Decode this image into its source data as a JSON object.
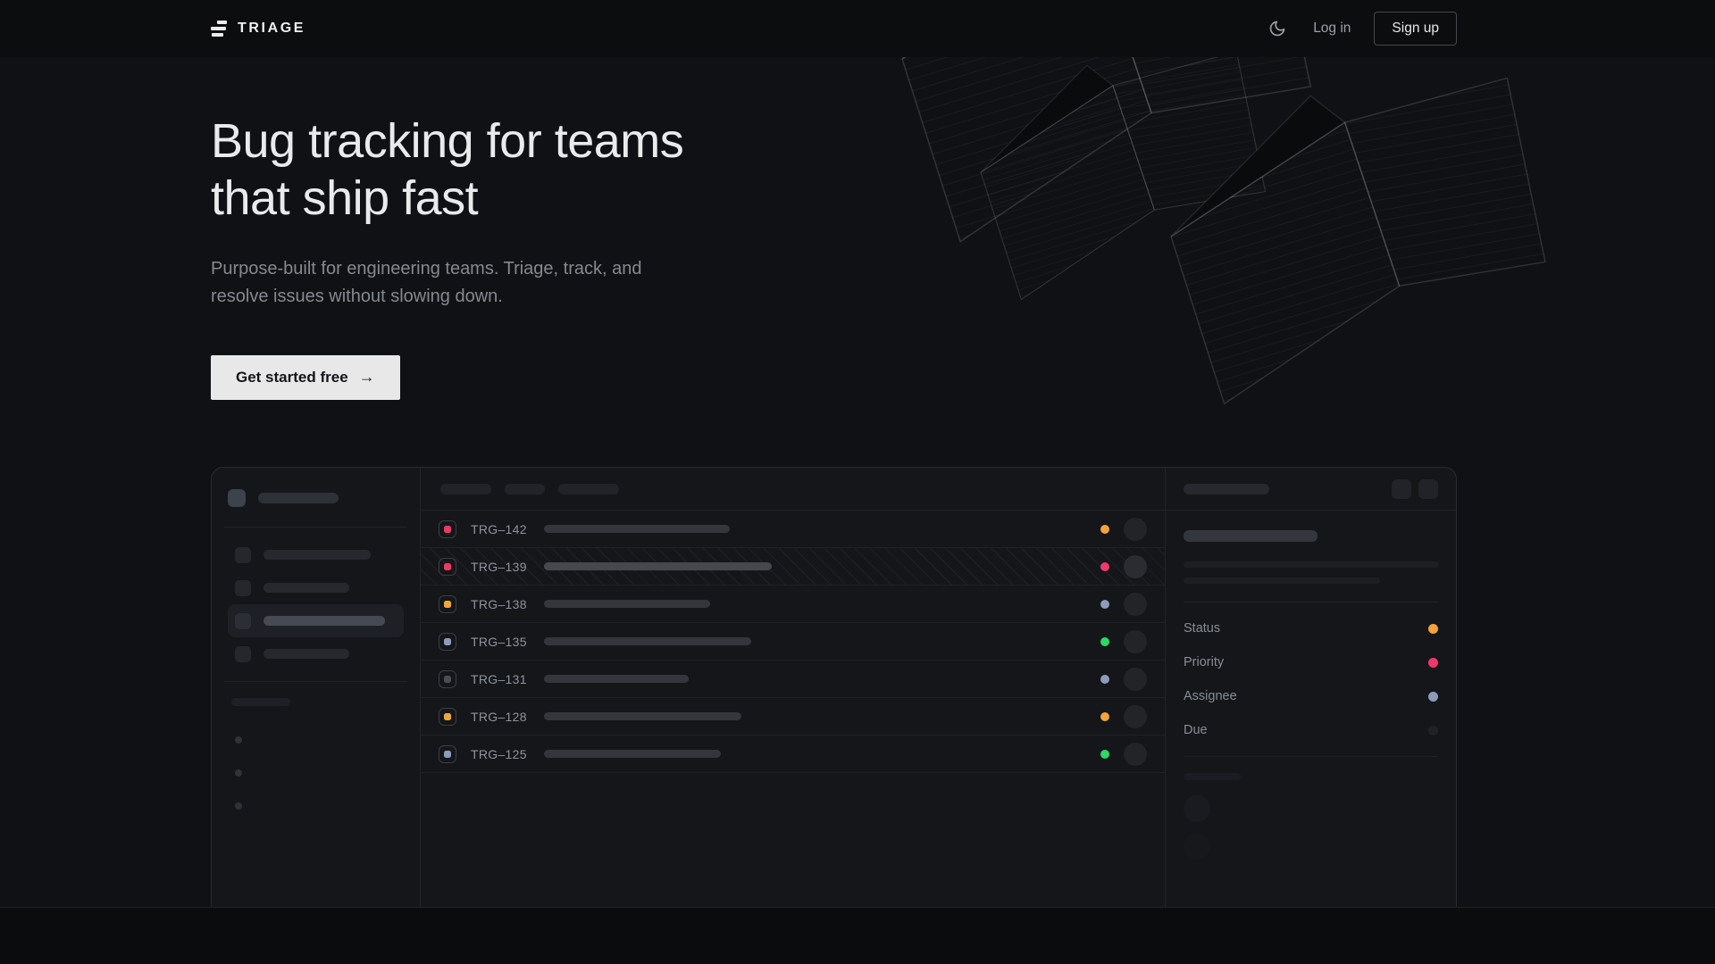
{
  "brand": {
    "name": "TRIAGE"
  },
  "header": {
    "theme_toggle_icon": "moon-icon",
    "login_label": "Log in",
    "signup_label": "Sign up"
  },
  "hero": {
    "title_line1": "Bug tracking for teams",
    "title_line2": "that ship fast",
    "subtitle_line1": "Purpose-built for engineering teams. Triage, track, and",
    "subtitle_line2": "resolve issues without slowing down.",
    "cta_label": "Get started free",
    "cta_arrow": "→"
  },
  "colors": {
    "amber": "#f2a33c",
    "pink": "#f0386b",
    "slate": "#8d9cb8",
    "green": "#2bd964",
    "muted_icon": "#4a4d53",
    "dim_dot": "#212227",
    "cta_bg": "#e8e8e9",
    "page_bg": "#101114"
  },
  "mockup": {
    "issues": [
      {
        "id": "TRG–142",
        "icon_color": "#ee3a63",
        "dot_color": "#f2a33c",
        "title_width": 208,
        "selected": false
      },
      {
        "id": "TRG–139",
        "icon_color": "#ee3a63",
        "dot_color": "#f0386b",
        "title_width": 255,
        "selected": true
      },
      {
        "id": "TRG–138",
        "icon_color": "#f0a73a",
        "dot_color": "#8d9cb8",
        "title_width": 186,
        "selected": false
      },
      {
        "id": "TRG–135",
        "icon_color": "#8d9cb8",
        "dot_color": "#2bd964",
        "title_width": 232,
        "selected": false
      },
      {
        "id": "TRG–131",
        "icon_color": "#4a4d53",
        "dot_color": "#8d9cb8",
        "title_width": 162,
        "selected": false
      },
      {
        "id": "TRG–128",
        "icon_color": "#f0a73a",
        "dot_color": "#f2a33c",
        "title_width": 221,
        "selected": false
      },
      {
        "id": "TRG–125",
        "icon_color": "#8d9cb8",
        "dot_color": "#2bd964",
        "title_width": 198,
        "selected": false
      }
    ],
    "detail_fields": [
      {
        "label": "Status",
        "dot_color": "#f2a33c"
      },
      {
        "label": "Priority",
        "dot_color": "#f0386b"
      },
      {
        "label": "Assignee",
        "dot_color": "#8d9cb8"
      },
      {
        "label": "Due",
        "dot_color": "#212227"
      }
    ]
  }
}
